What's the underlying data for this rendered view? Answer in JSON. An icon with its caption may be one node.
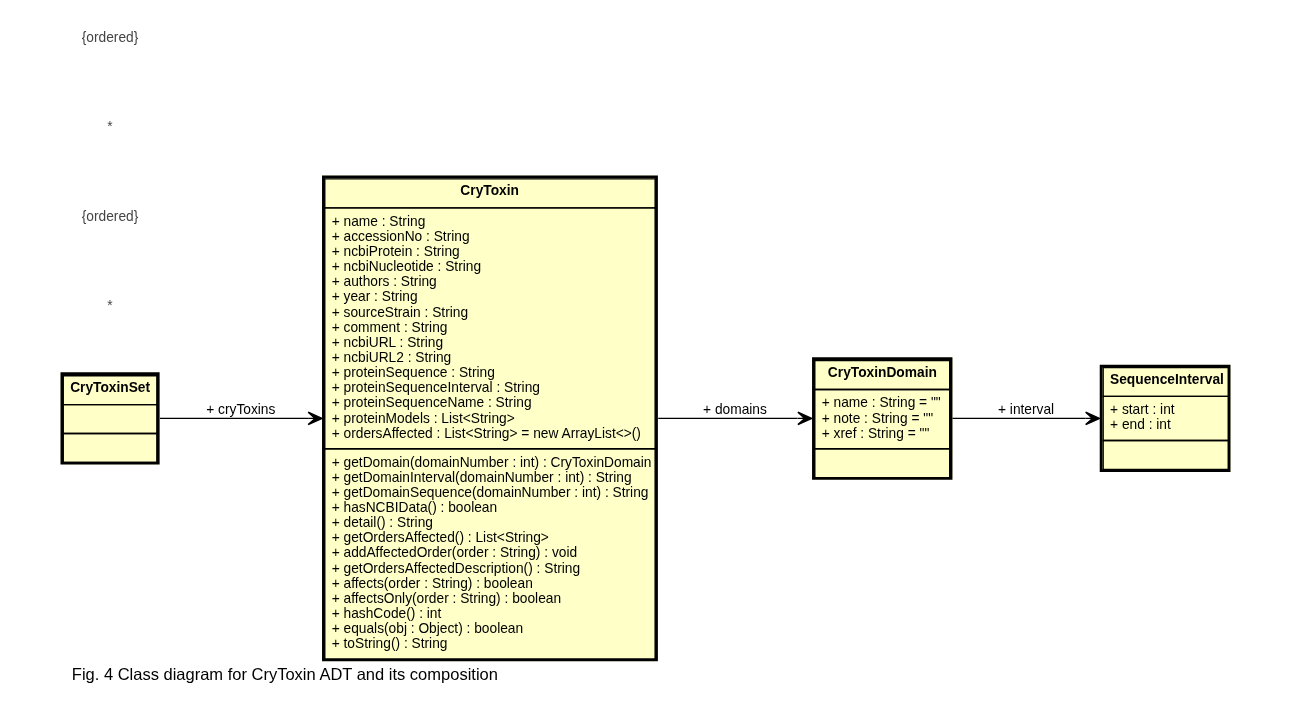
{
  "diagram": {
    "caption": "Fig. 4 Class diagram for CryToxin ADT and its composition",
    "nodes": [
      {
        "text": [
          "CryToxinSet"
        ]
      },
      {
        "text": [
          "CryToxin",
          "+ name : String",
          "+ accessionNo : String",
          "+ ncbiProtein : String",
          "+ ncbiNucleotide : String",
          "+ authors : String",
          "+ year : String",
          "+ sourceStrain : String",
          "+ comment : String",
          "+ ncbiURL : String",
          "+ ncbiURL2 : String",
          "+ proteinSequence : String",
          "+ proteinSequenceInterval : String",
          "+ proteinSequenceName : String",
          "+ proteinModels : List<String>",
          "+ ordersAffected : List<String> = new ArrayList<>()",
          "+ getDomain(domainNumber : int) : CryToxinDomain",
          "+ getDomainInterval(domainNumber : int) : String",
          "+ getDomainSequence(domainNumber : int) : String",
          "+ hasNCBIData() : boolean",
          "+ detail() : String",
          "+ getOrdersAffected() : List<String>",
          "+ addAffectedOrder(order : String) : void",
          "+ getOrdersAffectedDescription() : String",
          "+ affects(order : String) : boolean",
          "+ affectsOnly(order : String) : boolean",
          "+ hashCode() : int",
          "+ equals(obj : Object) : boolean",
          "+ toString() : String"
        ]
      },
      {
        "text": [
          "CryToxinDomain",
          "+ name : String = \"\"",
          "+ note : String = \"\"",
          "+ xref : String = \"\""
        ]
      },
      {
        "text": [
          "SequenceInterval",
          "+ start : int",
          "+ end : int"
        ]
      }
    ],
    "edges": [
      {
        "from": 0,
        "to": 1,
        "arrow": "to",
        "label": "+ cryToxins"
      },
      {
        "from": 1,
        "to": 2,
        "arrow": "to",
        "label": "+ domains"
      },
      {
        "from": 2,
        "to": 3,
        "arrow": "to",
        "label": "+ interval"
      }
    ],
    "labels": [
      "*",
      "{ordered}",
      "*",
      "{ordered}"
    ]
  }
}
